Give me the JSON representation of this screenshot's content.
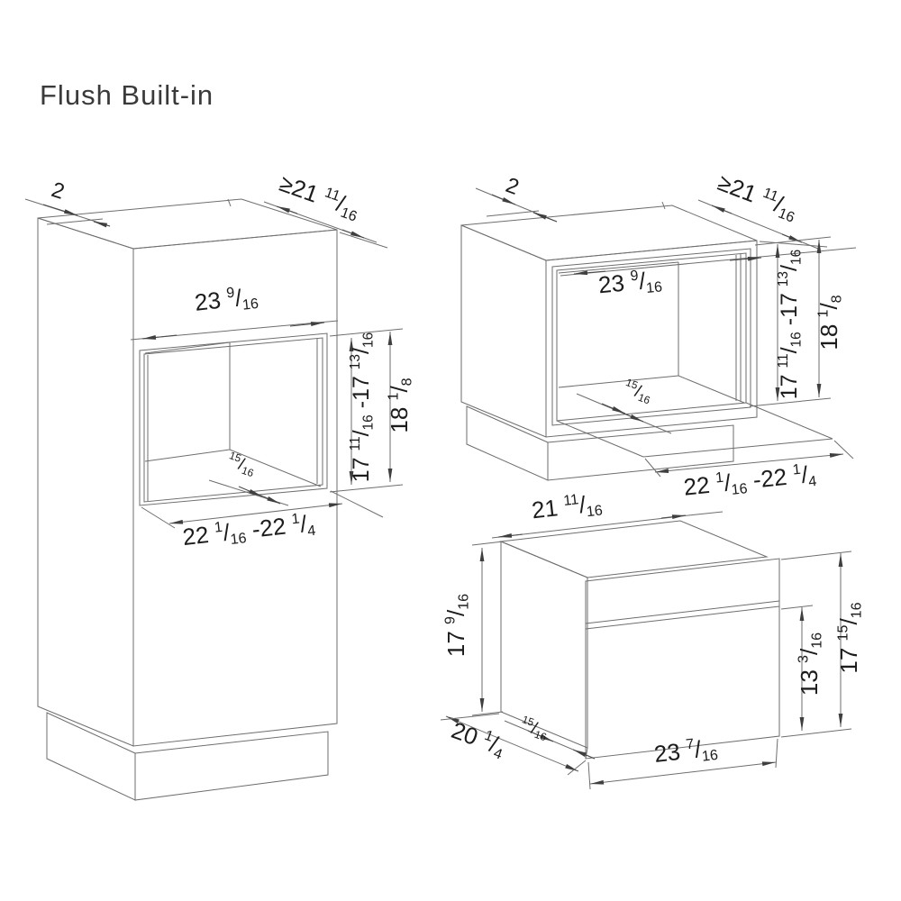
{
  "title": "Flush Built-in",
  "colors": {
    "line": "#6e6e6e",
    "text": "#1c1c1c",
    "background": "#ffffff"
  },
  "views": {
    "tall_cabinet": {
      "label": "flush built-in niche in tall cabinet",
      "dims": {
        "top_clearance": "2",
        "cabinet_depth": "≥21 11/16",
        "niche_width": "23 9/16",
        "niche_height": "17 11/16 -17 13/16",
        "frame_height": "18 1/8",
        "floor_setback": "15/16",
        "floor_width": "22 1/16 -22 1/4"
      }
    },
    "wall_cabinet": {
      "label": "flush built-in niche in base/wall cabinet",
      "dims": {
        "top_clearance": "2",
        "cabinet_depth": "≥21 11/16",
        "niche_width": "23 9/16",
        "niche_height": "17 11/16 -17 13/16",
        "frame_height": "18 1/8",
        "floor_setback": "15/16",
        "floor_width": "22 1/16 -22 1/4"
      }
    },
    "appliance": {
      "label": "appliance outer dimensions",
      "dims": {
        "body_width": "21 11/16",
        "body_height": "17 9/16",
        "body_depth": "20 1/4",
        "panel_offset": "15/16",
        "panel_width": "23 7/16",
        "door_height": "13 3/16",
        "panel_height": "17 15/16"
      }
    }
  }
}
